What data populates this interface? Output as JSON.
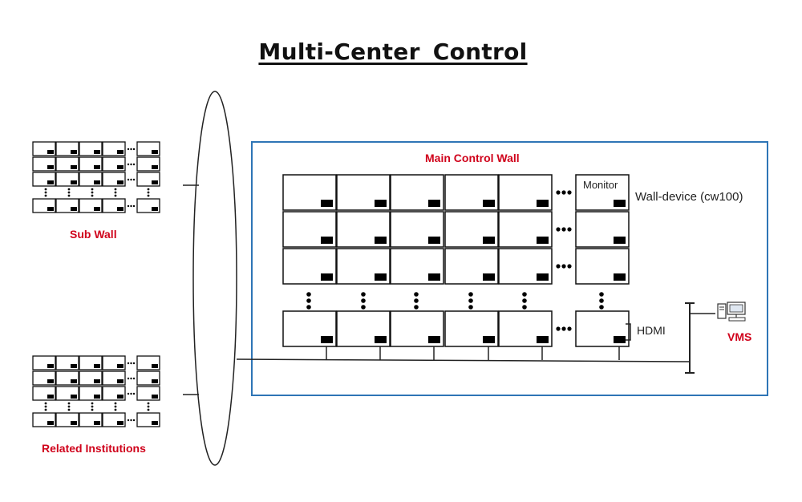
{
  "title": "Multi-Center  Control",
  "labels": {
    "sub_wall": "Sub Wall",
    "related_institutions": "Related Institutions",
    "main_control_wall": "Main Control Wall",
    "monitor": "Monitor",
    "wall_device": "Wall-device (cw100)",
    "hdmi": "HDMI",
    "vms": "VMS"
  },
  "colors": {
    "accent_red": "#d0021b",
    "box_blue": "#2e75b6",
    "line": "#222222"
  },
  "icons": [
    "computer-icon",
    "ellipsis-dots-icon"
  ]
}
